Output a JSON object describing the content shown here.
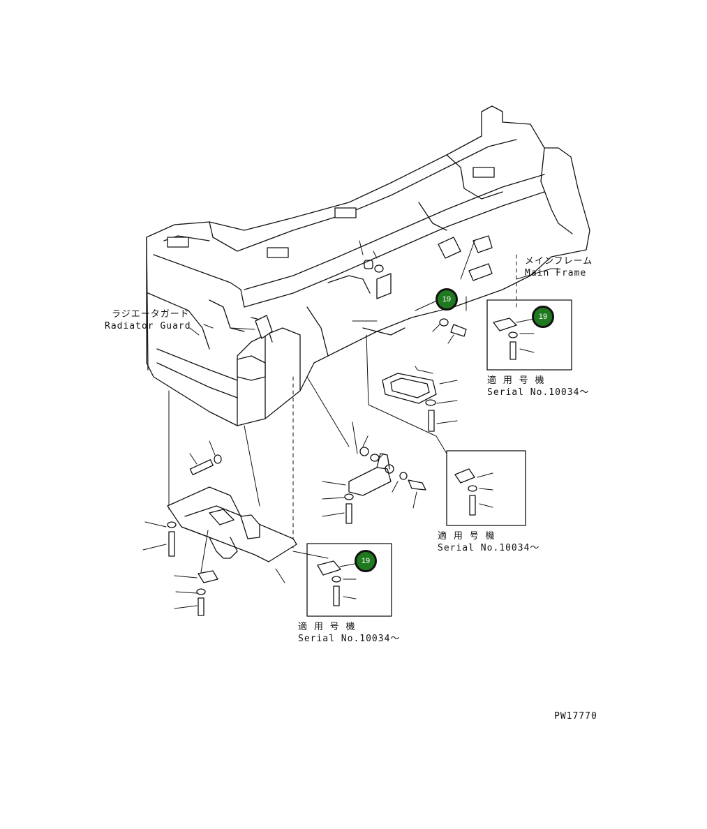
{
  "labels": {
    "radiator_guard_jp": "ラジエータガード",
    "radiator_guard_en": "Radiator Guard",
    "main_frame_jp": "メインフレーム",
    "main_frame_en": "Main Frame",
    "serial_jp": "適 用 号 機",
    "serial_en": "Serial No.10034～",
    "drawing_id": "PW17770"
  },
  "callouts": [
    "19",
    "19",
    "19"
  ],
  "colors": {
    "callout_fill": "#1f7a1f",
    "line": "#111111",
    "background": "#ffffff"
  }
}
